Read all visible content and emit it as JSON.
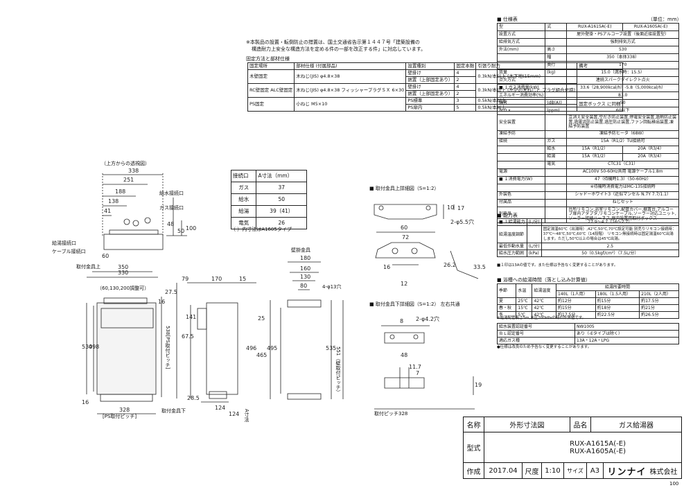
{
  "notes": {
    "install_note_1": "※本製品の設置・転倒防止の措置は、国土交通省告示第１４４７号「建築設備の",
    "install_note_2": "構造耐力上安全な構造方法を定める件の一部を改正する件」に対応しています。",
    "fixing_table_title": "固定方法と部材仕様"
  },
  "fixing_table": {
    "headers": [
      "固定場所",
      "部材仕様\n(付属部品)",
      "設置種別",
      "固定本数",
      "引張り耐力",
      "備考"
    ],
    "rows": [
      [
        "木壁固定",
        "木ねじ(JIS)\nφ4.8×38",
        "壁掛け",
        "4",
        "0.3kN/本以上\n(木下地t15mm)",
        ""
      ],
      [
        "",
        "",
        "据置（上部固定あり）",
        "2",
        "",
        ""
      ],
      [
        "RC壁固定\nALC壁固定",
        "木ねじ(JIS)\nφ4.8×38\nフィッシャープラグＳＸ\n6×30",
        "壁掛け",
        "4",
        "0.3kN/本以上\n(左記の木ねじと\nプラグ組合せ時)",
        ""
      ],
      [
        "",
        "",
        "据置（上部固定あり）",
        "2",
        "",
        ""
      ],
      [
        "PS固定",
        "小ねじ\nM5×10",
        "PS標準",
        "3",
        "0.5kN/本以上",
        "固定ボックス\nに同梱"
      ],
      [
        "",
        "",
        "PS扉内",
        "5",
        "0.5kN/本以上",
        ""
      ]
    ]
  },
  "connection_table": {
    "headers": [
      "接続口",
      "A寸法（mm）"
    ],
    "rows": [
      [
        "ガス",
        "37"
      ],
      [
        "給水",
        "50"
      ],
      [
        "給湯",
        "39（41）"
      ],
      [
        "電気",
        "26"
      ]
    ],
    "note": "（ ）内寸法はA1605タイプ"
  },
  "spec": {
    "title": "■ 仕様表",
    "unit": "（単位：mm）",
    "rows": [
      [
        "型",
        "式",
        "RUX-A1615A(-E)",
        "RUX-A1605A(-E)"
      ],
      [
        "設置方式",
        "",
        "屋外壁掛・PSアルコーブ設置（後面近接設置型）",
        ""
      ],
      [
        "給排気方式",
        "",
        "強制排気方式",
        ""
      ],
      [
        "外法(mm)",
        "高さ",
        "530",
        ""
      ],
      [
        "",
        "幅",
        "350（本体338）",
        ""
      ],
      [
        "",
        "奥行",
        "170",
        ""
      ],
      [
        "質量",
        "(kg)",
        "15.0（満水時：15.5）",
        ""
      ],
      [
        "点火方式",
        "",
        "連続スパークダイレクト点火",
        ""
      ],
      [
        "■ １ガス消費量(kW)",
        "",
        "33.6（28,900kcal/h）-5.8（5,000kcal/h）",
        ""
      ],
      [
        "エネルギー消費効率(%)",
        "",
        "83.0",
        ""
      ],
      [
        "騒音",
        "(dB(A))",
        "50",
        ""
      ],
      [
        "ＮＯｘ",
        "(ppm)",
        "60以下",
        ""
      ],
      [
        "安全装置",
        "",
        "立消え安全装置,空だき防止装置,停電安全装置,過熱防止装置,過電流防止装置,過圧防止装置,ファン回転検出装置,凍結予防装置",
        ""
      ],
      [
        "凍結予防",
        "",
        "凍結予防ヒータ（68W）",
        ""
      ],
      [
        "接続",
        "ガス",
        "15A（R1/2）TU接続可",
        ""
      ],
      [
        "",
        "給水",
        "15A（R1/2）",
        "20A（R3/4）"
      ],
      [
        "",
        "給湯",
        "15A（R1/2）",
        "20A（R3/4）"
      ],
      [
        "",
        "電気",
        "CTC31（C31）",
        ""
      ],
      [
        "電源",
        "",
        "AC100V 50-60Hz共用 電源ケーブル1.8m",
        ""
      ],
      [
        "■ １消費電力(W)",
        "",
        "47（待機時1.3）（50-60Hz）",
        ""
      ],
      [
        "",
        "",
        "※待機時消費電力はMC-135接続時",
        ""
      ],
      [
        "外装色",
        "",
        "シャドーホワイト3（近似マンセル N.7Y 7.7/1.1）",
        ""
      ],
      [
        "付属品",
        "",
        "ねじセット",
        ""
      ],
      [
        "別売品",
        "",
        "台所リモコン,浴室リモコン,配管カバー,据置台,アルコーブ扉内アダプタ,リモコンケーブル,ソーラー対応ユニット,ソーラー接続ハーネス,扉内設置用取付ボックス",
        ""
      ]
    ]
  },
  "capacity": {
    "title": "■ 能力表",
    "rows": [
      [
        "■ １給湯能力",
        "(L/分)",
        "27.9～4.7（16～2.7）"
      ],
      [
        "給湯温度調節",
        "",
        "固定湯温60℃（出湯時）,42℃,50℃,70℃設定可能 別売りリモコン接続時：37℃～48℃,50℃,60℃（14段階） リモコン無接続時は固定湯温60℃出湯します。ただし50℃以上の場合は45℃出湯。"
      ],
      [
        "最低作動水量",
        "(L/分)",
        "2.5"
      ],
      [
        "給水圧力範囲",
        "(kPa)",
        "50（0.5kgf/cm²）（7.5L/分）"
      ]
    ],
    "note": "■１印は13Aの値です。また仕様は予告なく変更することがあります。"
  },
  "fill_time": {
    "title": "■ 浴槽への給湯時間（落とし込み計算値）",
    "headers": [
      "季節",
      "水温",
      "給湯温度",
      "給湯所要時間"
    ],
    "sub_headers": [
      "140L（1人用）",
      "180L（1.5人用）",
      "210L（2人用）"
    ],
    "rows": [
      [
        "夏",
        "25℃",
        "42℃",
        "約12分",
        "約15分",
        "約17.5分"
      ],
      [
        "春・秋",
        "15℃",
        "42℃",
        "約15分",
        "約18分",
        "約21分"
      ],
      [
        "冬",
        "5℃",
        "42℃",
        "約17.5分",
        "約22.5分",
        "約26.5分"
      ]
    ],
    "note": "※給湯配管長さ5m,水圧200kPaの時の計算値です。"
  },
  "approval": {
    "rows": [
      [
        "給水装置認証番号",
        "NW1005"
      ],
      [
        "ＢＬ認定番号",
        "あり（-Eタイプは除く）"
      ],
      [
        "適応ガス種",
        "13A・12A・LPG"
      ]
    ],
    "note": "●仕様は改良のため予告なく変更することがあります。"
  },
  "labels": {
    "top_view": "（上方からの透視図）",
    "hot_water_port": "給水接続口",
    "gas_port": "ガス接続口",
    "supply_port": "給湯接続口",
    "cable_port": "ケーブル接続口",
    "bracket_top": "取付金具上",
    "bracket_top_adj": "（60,130,200調整可）",
    "bracket_bottom": "取付金具下",
    "ps_pitch": "[PS取付ピッチ]",
    "ps_pitch_v": "538[PS取付ピッチ]",
    "wall_bracket": "壁掛金具",
    "hole_note": "4-φ13穴",
    "detail_top": "■ 取付金具上詳細図（S=1:2）",
    "detail_bottom": "■ 取付金具下詳細図（S=1:2） 左右共通",
    "mount_pitch": "取付ピッチ328",
    "a_dim": "A寸法",
    "wall_pitch_v": "551（壁取付ピッチ）",
    "page_no": "100"
  },
  "dims": {
    "top": [
      "338",
      "251",
      "188",
      "138",
      "41",
      "48",
      "50",
      "100",
      "60"
    ],
    "front": [
      "330",
      "350",
      "530",
      "498",
      "16",
      "16",
      "328",
      "27.5"
    ],
    "side": [
      "79",
      "170",
      "15",
      "141",
      "67.5",
      "124",
      "28.5",
      "124"
    ],
    "wall": [
      "180",
      "160",
      "130",
      "80",
      "25",
      "496",
      "465",
      "495",
      "535"
    ],
    "detail_top": [
      "60",
      "10",
      "17",
      "72",
      "33.5",
      "26.2",
      "12",
      "16"
    ],
    "detail_bottom": [
      "8",
      "48",
      "11.7",
      "7",
      "19",
      "2-φ4.2穴",
      "2-φ5.5穴"
    ]
  },
  "title_block": {
    "name_label": "名称",
    "name": "外形寸法図",
    "product_label": "品名",
    "product": "ガス給湯器",
    "model_label": "型式",
    "model_1": "RUX-A1615A(-E)",
    "model_2": "RUX-A1605A(-E)",
    "made_label": "作成",
    "date": "2017.04",
    "scale_label": "尺度",
    "scale": "1:10",
    "size_label": "サイズ",
    "size": "A3",
    "company": "リンナイ",
    "company_suffix": "株式会社"
  }
}
